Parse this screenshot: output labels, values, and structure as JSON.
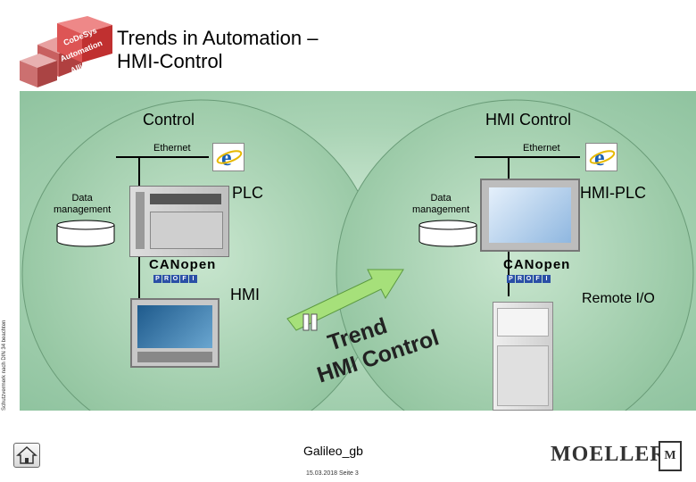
{
  "header": {
    "title_line1": "Trends in Automation –",
    "title_line2": "HMI-Control",
    "logo_lines": [
      "CoDeSys",
      "Automation",
      "Alliance"
    ]
  },
  "left": {
    "heading": "Control",
    "network": "Ethernet",
    "data_label": "Data\nmanagement",
    "device_label": "PLC",
    "fieldbus1": "CANopen",
    "fieldbus2": "PROFI",
    "hmi_label": "HMI"
  },
  "right": {
    "heading": "HMI Control",
    "network": "Ethernet",
    "data_label": "Data\nmanagement",
    "device_label": "HMI-PLC",
    "fieldbus1": "CANopen",
    "fieldbus2": "PROFI",
    "io_label": "Remote I/O"
  },
  "trend": {
    "line1": "Trend",
    "line2": "HMI Control"
  },
  "footer": {
    "name": "Galileo_gb",
    "date": "15.03.2018 Seite 3",
    "brand": "MOELLER",
    "vertical_text": "Schutzvermerk nach DIN 34 beachten"
  },
  "colors": {
    "circle_fill": "#a9d3b4",
    "line": "#000000",
    "arrow": "#a6e07a"
  },
  "icons": [
    "ie-icon",
    "database-icon",
    "home-icon",
    "moeller-logo-icon"
  ]
}
